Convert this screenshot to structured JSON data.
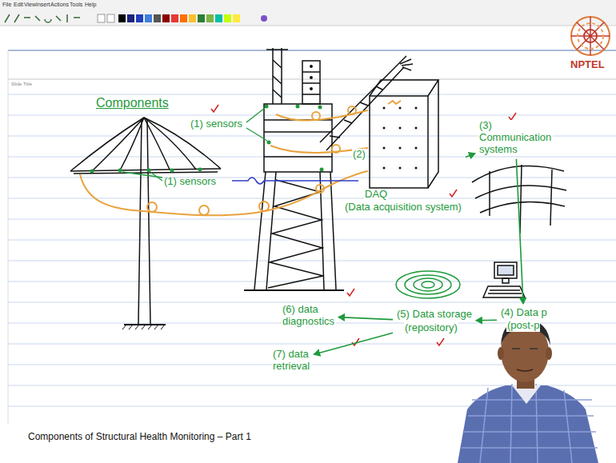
{
  "diagram": {
    "nodes": [
      {
        "text": [
          "(2)",
          "DAQ",
          "(Data acquisition system)"
        ]
      },
      {
        "text": [
          "(3) Communication systems"
        ]
      },
      {
        "text": [
          "(4) Data p",
          "(post-p"
        ]
      },
      {
        "text": [
          "(5) Data storage",
          "(repository)"
        ]
      },
      {
        "text": [
          "(6) data diagnostics"
        ]
      },
      {
        "text": [
          "(7) data retrieval"
        ]
      }
    ],
    "edges": [
      {
        "from": 0,
        "to": 1,
        "arrow": "to"
      },
      {
        "from": 1,
        "to": 2,
        "arrow": "to"
      },
      {
        "from": 2,
        "to": 3,
        "arrow": "to"
      },
      {
        "from": 3,
        "to": 4,
        "arrow": "to"
      },
      {
        "from": 3,
        "to": 5,
        "arrow": "to"
      }
    ],
    "labels": [
      "File",
      "Edit",
      "View",
      "Insert",
      "Actions",
      "Tools",
      "Help",
      "Slide Title",
      "NPTEL",
      "Components",
      "(1) sensors",
      "(1) sensors",
      "Components of Structural Health Monitoring – Part 1"
    ]
  }
}
